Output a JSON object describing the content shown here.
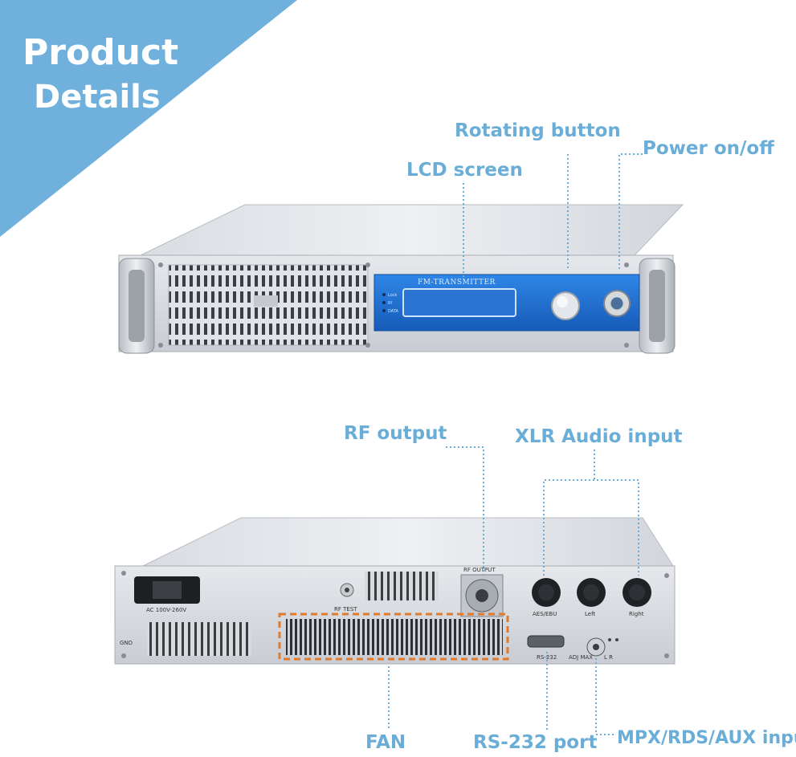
{
  "banner": {
    "line1": "Product",
    "line2": "Details",
    "color": "#6fb0dc"
  },
  "front": {
    "callouts": {
      "rotating_button": "Rotating button",
      "power": "Power on/off",
      "lcd": "LCD screen"
    },
    "panel_title": "FM-TRANSMITTER",
    "leds": [
      "Lock",
      "Rf",
      "DATA"
    ]
  },
  "rear": {
    "callouts": {
      "rf_output": "RF output",
      "xlr": "XLR Audio input",
      "fan": "FAN",
      "rs232": "RS-232 port",
      "mpx": "MPX/RDS/AUX input"
    },
    "labels": {
      "ac": "AC  100V-260V",
      "rf_test": "RF TEST",
      "rf_output": "RF OUTPUT",
      "aes": "AES/EBU",
      "left": "Left",
      "right": "Right",
      "gnd": "GND",
      "rs232": "RS-232",
      "adj_max": "ADJ MAX",
      "lr": "L   R"
    }
  },
  "colors": {
    "callout": "#6aaed8",
    "panel_blue": "#1e6fd0",
    "fan_highlight": "#e07a2c"
  }
}
